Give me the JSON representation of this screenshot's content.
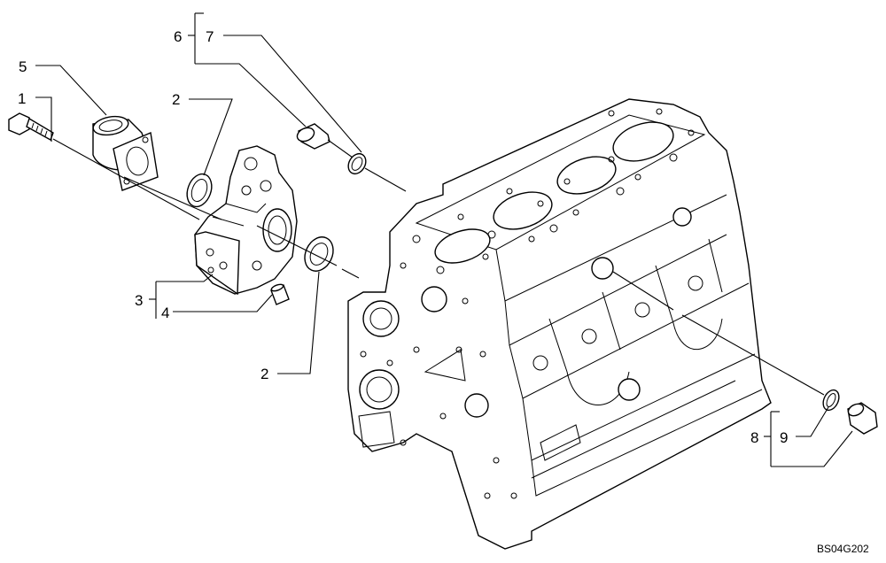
{
  "callouts": {
    "c1": "1",
    "c2a": "2",
    "c2b": "2",
    "c3": "3",
    "c4": "4",
    "c5": "5",
    "c6": "6",
    "c7": "7",
    "c8": "8",
    "c9": "9"
  },
  "drawing_ref": "BS04G202"
}
